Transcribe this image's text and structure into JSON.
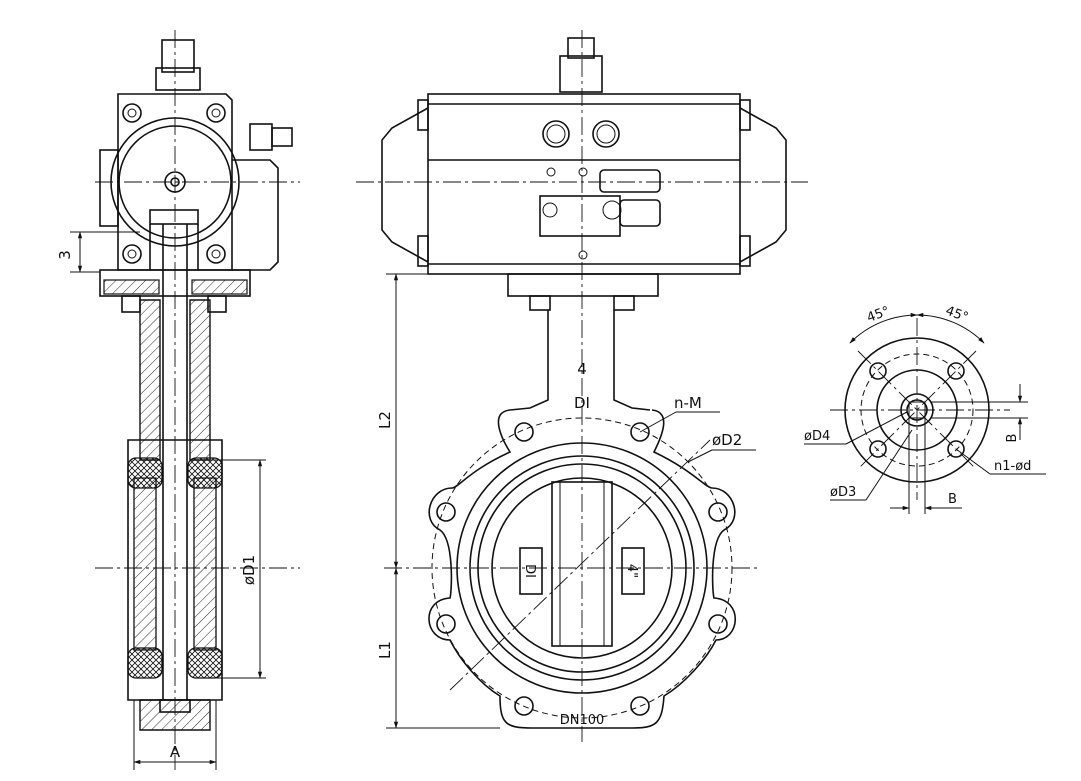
{
  "labels": {
    "dim_3": "3",
    "dim_A": "A",
    "dim_D1": "øD1",
    "dim_L2": "L2",
    "dim_L1": "L1",
    "dim_nM": "n-M",
    "dim_D2": "øD2",
    "body_mark_size": "4",
    "body_mark_material": "DI",
    "disc_mark_material": "DI",
    "disc_mark_size": "4\"",
    "body_mark_dn": "DN100",
    "angle_left": "45°",
    "angle_right": "45°",
    "dim_D4": "øD4",
    "dim_D3": "øD3",
    "dim_B_vertical": "B",
    "dim_B_horizontal": "B",
    "dim_n1d": "n1-ød"
  }
}
